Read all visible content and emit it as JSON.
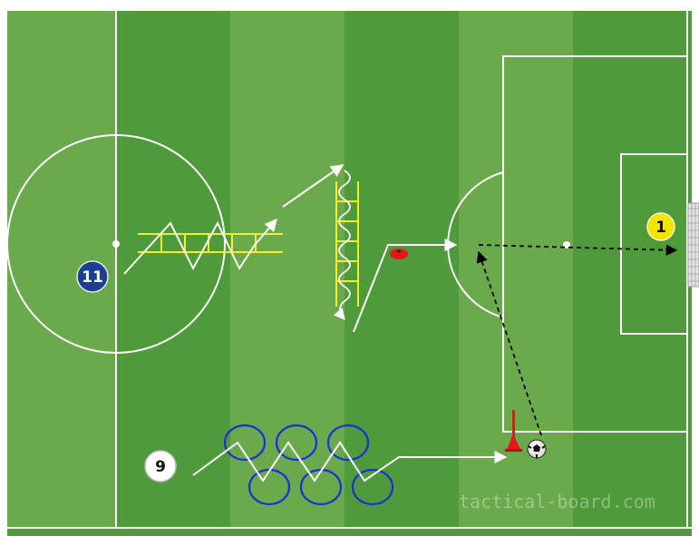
{
  "board": {
    "watermark": "tactical-board.com"
  },
  "players": [
    {
      "id": "p11",
      "number": "11",
      "fill": "#1c3f94",
      "text_color": "#ffffff"
    },
    {
      "id": "p9",
      "number": "9",
      "fill": "#ffffff",
      "text_color": "#111111"
    },
    {
      "id": "p1",
      "number": "1",
      "fill": "#f2e600",
      "text_color": "#111111"
    }
  ],
  "colors": {
    "pitch_dark": "#4f9a3b",
    "pitch_light": "#6aaa4d",
    "lines": "#ffffff",
    "ladder": "#f3ee2a",
    "rings": "#1d2fd8",
    "cone": "#e8141a",
    "pass_arrow": "#000000"
  },
  "equipment": [
    "agility-ladder-horizontal",
    "agility-ladder-vertical",
    "hoop-rings",
    "marker-disc",
    "cone",
    "ball"
  ]
}
